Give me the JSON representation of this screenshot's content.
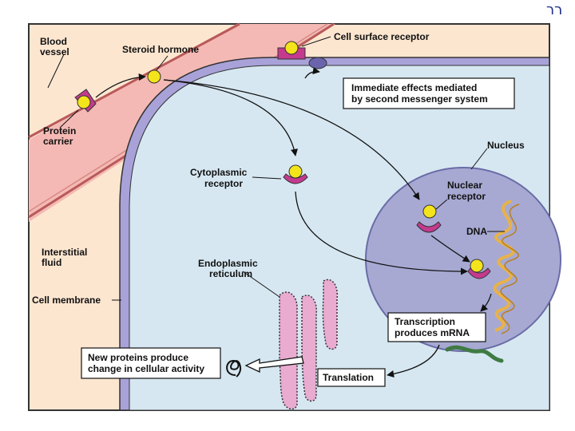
{
  "corner_mark": "רר",
  "labels": {
    "blood_vessel": [
      "Blood",
      "vessel"
    ],
    "steroid_hormone": "Steroid hormone",
    "protein_carrier": [
      "Protein",
      "carrier"
    ],
    "cell_surface_receptor": "Cell surface receptor",
    "immediate_effects": [
      "Immediate effects mediated",
      "by second messenger system"
    ],
    "nucleus": "Nucleus",
    "cytoplasmic_receptor": [
      "Cytoplasmic",
      "receptor"
    ],
    "nuclear_receptor": [
      "Nuclear",
      "receptor"
    ],
    "dna": "DNA",
    "interstitial_fluid": [
      "Interstitial",
      "fluid"
    ],
    "endoplasmic_reticulum": [
      "Endoplasmic",
      "reticulum"
    ],
    "cell_membrane": "Cell membrane",
    "transcription": [
      "Transcription",
      "produces mRNA"
    ],
    "new_proteins": [
      "New proteins produce",
      "change in cellular activity"
    ],
    "translation": "Translation"
  },
  "colors": {
    "blood_vessel_fill": "#f4b9b4",
    "interstitial_fill": "#fce6d0",
    "cytoplasm_fill": "#d6e7f1",
    "membrane_fill": "#a9a2d9",
    "nucleus_fill": "#a7a9d3",
    "hormone_fill": "#f4e41b",
    "receptor_fill": "#c43a8e",
    "er_fill": "#e9abd0",
    "dna_strand": "#e8b24a",
    "mrna": "#3f7a43"
  }
}
